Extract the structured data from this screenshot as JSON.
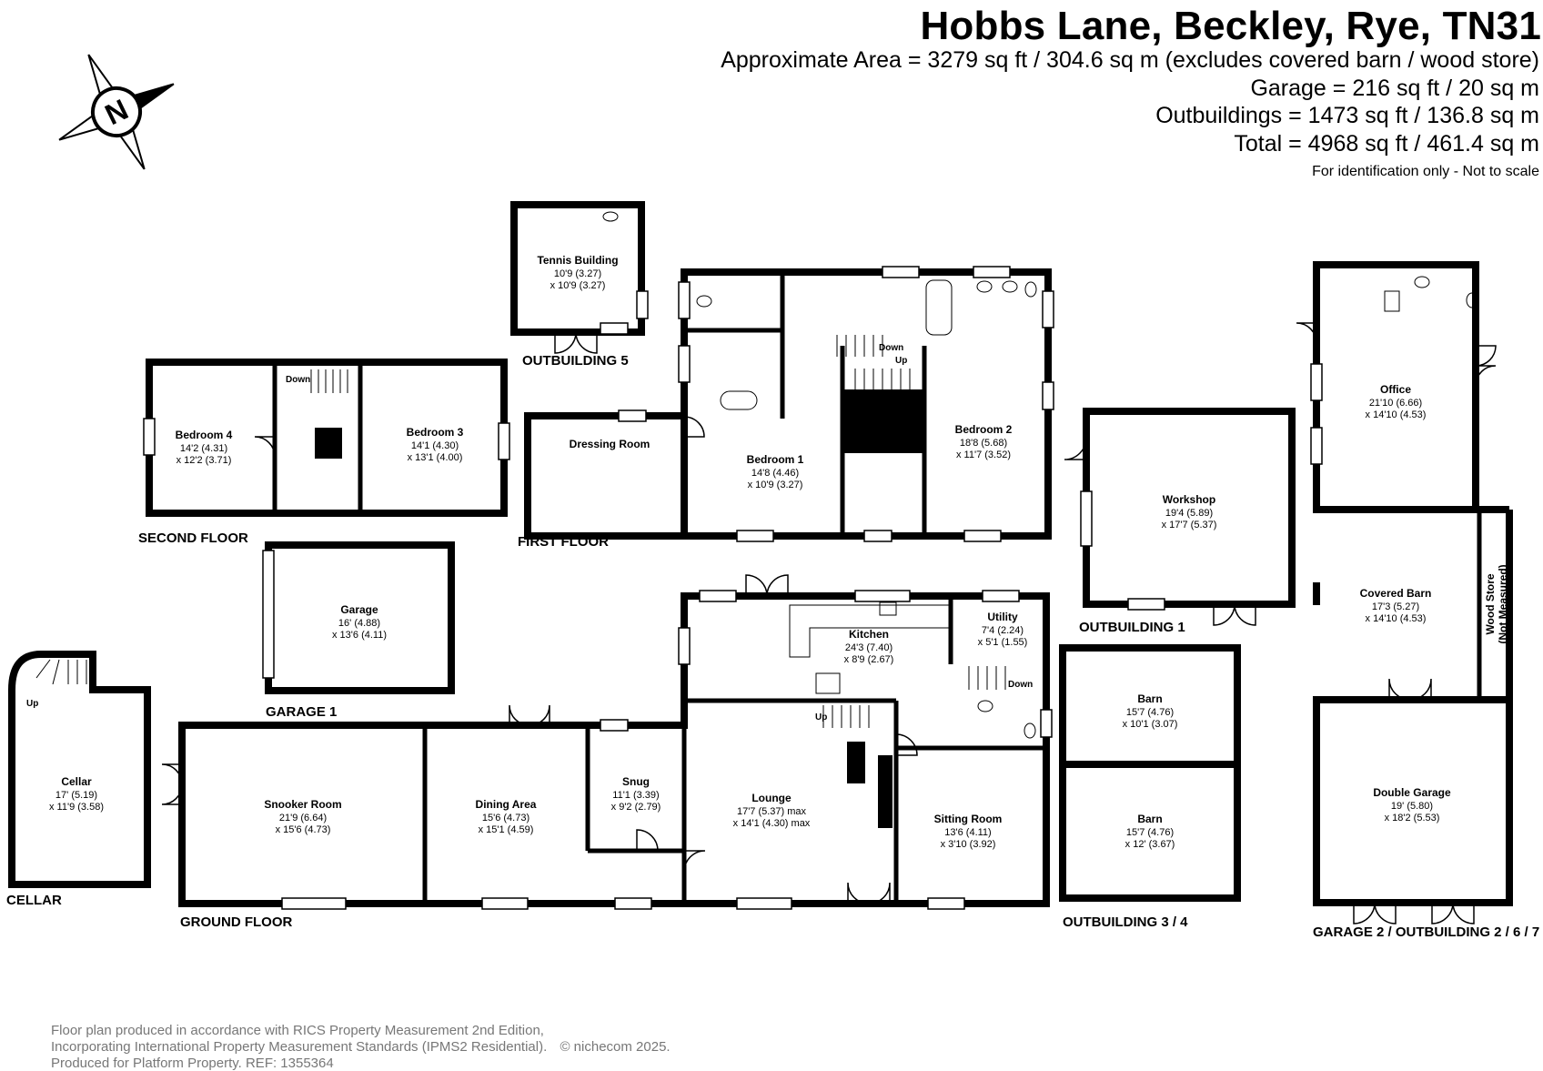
{
  "header": {
    "title": "Hobbs Lane, Beckley, Rye, TN31",
    "area_lines": [
      "Approximate Area = 3279 sq ft / 304.6 sq m (excludes covered barn / wood store)",
      "Garage = 216 sq ft / 20 sq m",
      "Outbuildings = 1473 sq ft / 136.8 sq m",
      "Total = 4968 sq ft / 461.4 sq m"
    ],
    "note": "For identification only - Not to scale"
  },
  "compass": {
    "letter": "N"
  },
  "floor_labels": {
    "second_floor": "SECOND FLOOR",
    "first_floor": "FIRST FLOOR",
    "ground_floor": "GROUND FLOOR",
    "cellar": "CELLAR",
    "garage1": "GARAGE 1",
    "outbuilding5": "OUTBUILDING 5",
    "outbuilding1": "OUTBUILDING 1",
    "outbuilding34": "OUTBUILDING 3 / 4",
    "garage2": "GARAGE 2 / OUTBUILDING 2 / 6 / 7"
  },
  "rooms": {
    "tennis": {
      "name": "Tennis Building",
      "dim1": "10'9 (3.27)",
      "dim2": "x 10'9 (3.27)"
    },
    "bedroom4": {
      "name": "Bedroom 4",
      "dim1": "14'2 (4.31)",
      "dim2": "x 12'2 (3.71)"
    },
    "bedroom3": {
      "name": "Bedroom 3",
      "dim1": "14'1 (4.30)",
      "dim2": "x 13'1 (4.00)"
    },
    "dressing": {
      "name": "Dressing Room"
    },
    "bedroom1": {
      "name": "Bedroom 1",
      "dim1": "14'8 (4.46)",
      "dim2": "x 10'9 (3.27)"
    },
    "bedroom2": {
      "name": "Bedroom 2",
      "dim1": "18'8 (5.68)",
      "dim2": "x 11'7 (3.52)"
    },
    "garage": {
      "name": "Garage",
      "dim1": "16' (4.88)",
      "dim2": "x 13'6 (4.11)"
    },
    "cellar": {
      "name": "Cellar",
      "dim1": "17' (5.19)",
      "dim2": "x 11'9 (3.58)"
    },
    "snooker": {
      "name": "Snooker Room",
      "dim1": "21'9 (6.64)",
      "dim2": "x 15'6 (4.73)"
    },
    "dining": {
      "name": "Dining Area",
      "dim1": "15'6 (4.73)",
      "dim2": "x 15'1 (4.59)"
    },
    "snug": {
      "name": "Snug",
      "dim1": "11'1 (3.39)",
      "dim2": "x 9'2 (2.79)"
    },
    "kitchen": {
      "name": "Kitchen",
      "dim1": "24'3 (7.40)",
      "dim2": "x 8'9 (2.67)"
    },
    "utility": {
      "name": "Utility",
      "dim1": "7'4 (2.24)",
      "dim2": "x 5'1 (1.55)"
    },
    "lounge": {
      "name": "Lounge",
      "dim1": "17'7 (5.37) max",
      "dim2": "x 14'1 (4.30) max"
    },
    "sitting": {
      "name": "Sitting Room",
      "dim1": "13'6 (4.11)",
      "dim2": "x 3'10 (3.92)"
    },
    "workshop": {
      "name": "Workshop",
      "dim1": "19'4 (5.89)",
      "dim2": "x 17'7 (5.37)"
    },
    "barn1": {
      "name": "Barn",
      "dim1": "15'7 (4.76)",
      "dim2": "x 10'1 (3.07)"
    },
    "barn2": {
      "name": "Barn",
      "dim1": "15'7 (4.76)",
      "dim2": "x 12' (3.67)"
    },
    "office": {
      "name": "Office",
      "dim1": "21'10 (6.66)",
      "dim2": "x 14'10 (4.53)"
    },
    "covered_barn": {
      "name": "Covered Barn",
      "dim1": "17'3 (5.27)",
      "dim2": "x 14'10 (4.53)"
    },
    "wood_store": {
      "name": "Wood Store",
      "dim1": "(Not Measured)"
    },
    "double_garage": {
      "name": "Double Garage",
      "dim1": "19' (5.80)",
      "dim2": "x 18'2 (5.53)"
    }
  },
  "stairs": {
    "down": "Down",
    "up": "Up"
  },
  "footer": {
    "line1": "Floor plan produced in accordance with RICS Property Measurement 2nd Edition,",
    "line2": "Incorporating International Property Measurement Standards (IPMS2 Residential).",
    "line2b": "© nichecom 2025.",
    "line3": "Produced for Platform Property.   REF: 1355364"
  }
}
